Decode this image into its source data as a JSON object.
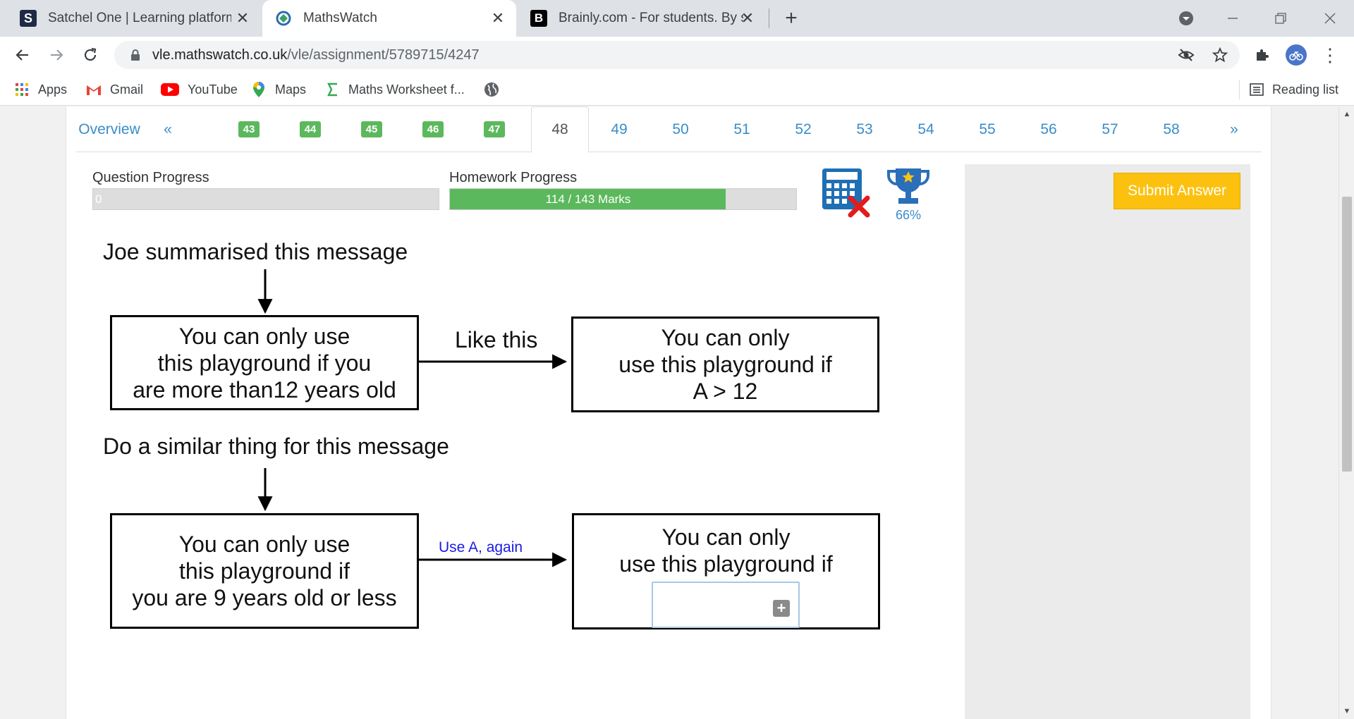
{
  "tabs": [
    {
      "title": "Satchel One | Learning platform",
      "favicon_letter": "S"
    },
    {
      "title": "MathsWatch"
    },
    {
      "title": "Brainly.com - For students. By students",
      "favicon_letter": "B"
    }
  ],
  "address": {
    "host": "vle.mathswatch.co.uk",
    "path": "/vle/assignment/5789715/4247"
  },
  "bookmarks": [
    "Apps",
    "Gmail",
    "YouTube",
    "Maps",
    "Maths Worksheet f..."
  ],
  "reading_list": "Reading list",
  "question_nav": {
    "overview": "Overview",
    "prev": "«",
    "next": "»",
    "completed": [
      "43",
      "44",
      "45",
      "46",
      "47"
    ],
    "current": "48",
    "upcoming": [
      "49",
      "50",
      "51",
      "52",
      "53",
      "54",
      "55",
      "56",
      "57",
      "58"
    ]
  },
  "question_progress": {
    "label": "Question Progress",
    "value_text": "0",
    "fraction": 0
  },
  "homework_progress": {
    "label": "Homework Progress",
    "value_text": "114 / 143 Marks",
    "fraction": 0.797
  },
  "trophy_percent": "66%",
  "submit_label": "Submit Answer",
  "question": {
    "intro": "Joe summarised this message",
    "box1_lines": [
      "You can only use",
      "this playground if you",
      "are more than12 years old"
    ],
    "arrow1_label": "Like this",
    "box2_lines": [
      "You can only",
      "use this playground if",
      "A > 12"
    ],
    "prompt": "Do a similar thing for this message",
    "box3_lines": [
      "You can only use",
      "this playground if",
      "you are 9 years old or less"
    ],
    "arrow2_label": "Use A, again",
    "box4_lines": [
      "You can only",
      "use this playground if"
    ]
  },
  "colors": {
    "accent_blue": "#3a8dc8",
    "success_green": "#5cb85c",
    "submit_yellow": "#fcc10f",
    "hint_blue": "#1a1ae6"
  }
}
